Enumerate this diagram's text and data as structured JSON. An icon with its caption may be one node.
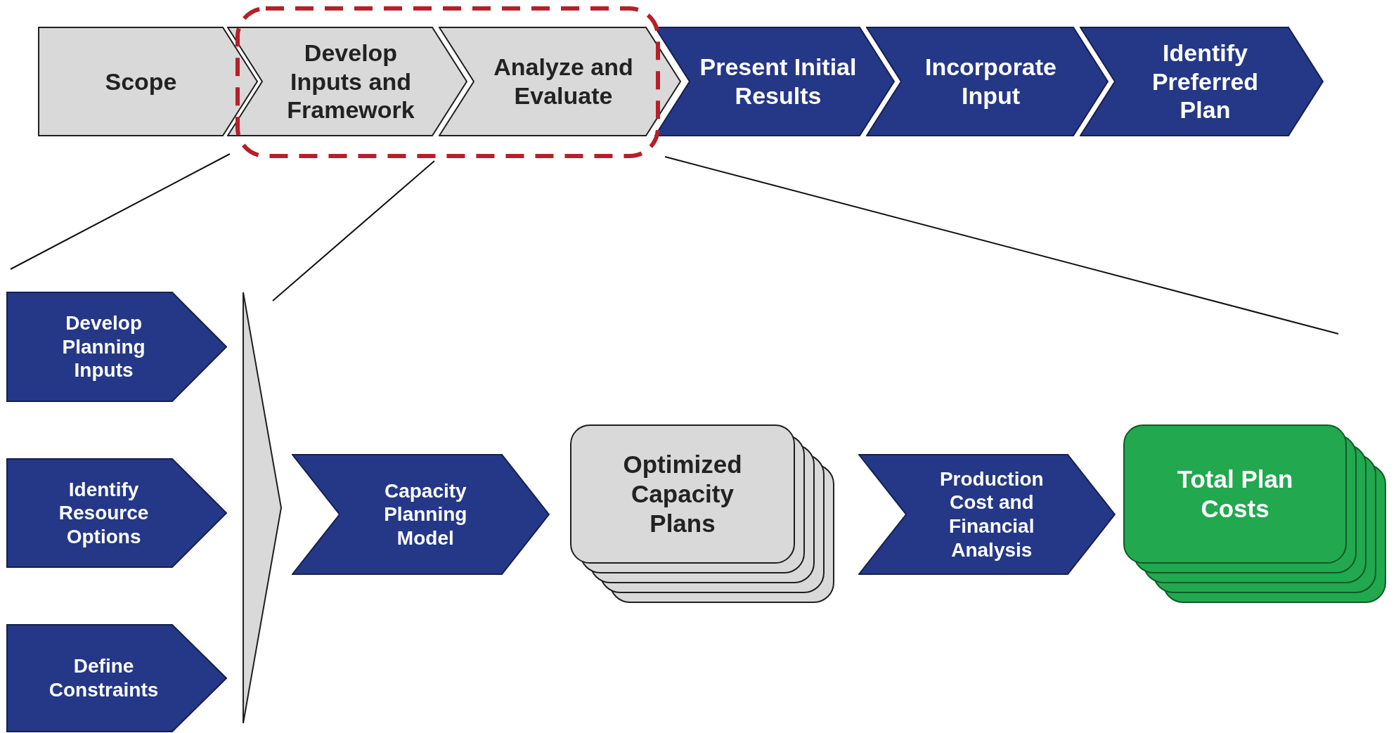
{
  "diagram": {
    "nodes": [
      {
        "text": [
          "Scope"
        ]
      },
      {
        "text": [
          "Develop Inputs and Framework"
        ]
      },
      {
        "text": [
          "Analyze and Evaluate"
        ]
      },
      {
        "text": [
          "Present Initial Results"
        ]
      },
      {
        "text": [
          "Incorporate Input"
        ]
      },
      {
        "text": [
          "Identify Preferred Plan"
        ]
      },
      {
        "text": [
          "Develop Planning Inputs"
        ]
      },
      {
        "text": [
          "Identify Resource Options"
        ]
      },
      {
        "text": [
          "Define Constraints"
        ]
      },
      {
        "text": [],
        "shape": "triangle"
      },
      {
        "text": [
          "Capacity Planning Model"
        ]
      },
      {
        "text": [
          "Optimized Capacity Plans"
        ]
      },
      {
        "text": [
          "Production Cost and Financial Analysis"
        ]
      },
      {
        "text": [
          "Total Plan Costs"
        ]
      }
    ]
  }
}
